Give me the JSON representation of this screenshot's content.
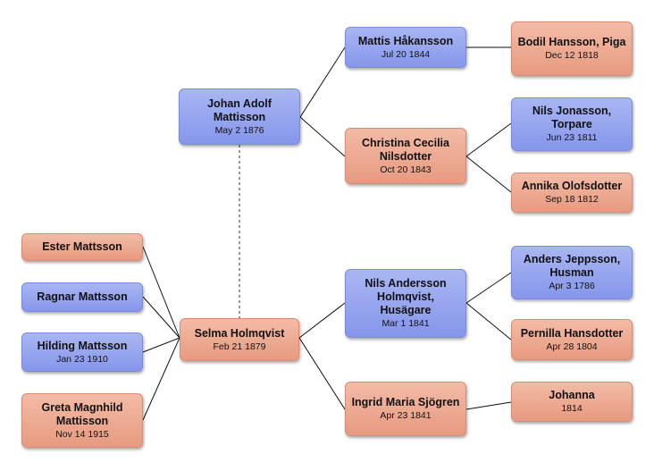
{
  "people": {
    "johan": {
      "name": "Johan Adolf Mattisson",
      "date": "May 2 1876",
      "sex": "male"
    },
    "selma": {
      "name": "Selma Holmqvist",
      "date": "Feb 21 1879",
      "sex": "female"
    },
    "mattis": {
      "name": "Mattis Håkansson",
      "date": "Jul 20 1844",
      "sex": "male"
    },
    "christina": {
      "name": "Christina Cecilia Nilsdotter",
      "date": "Oct 20 1843",
      "sex": "female"
    },
    "bodil": {
      "name": "Bodil Hansson, Piga",
      "date": "Dec 12 1818",
      "sex": "female"
    },
    "nils_j": {
      "name": "Nils Jonasson, Torpare",
      "date": "Jun 23 1811",
      "sex": "male"
    },
    "annika": {
      "name": "Annika Olofsdotter",
      "date": "Sep 18 1812",
      "sex": "female"
    },
    "nils_a": {
      "name": "Nils Andersson Holmqvist, Husägare",
      "date": "Mar 1 1841",
      "sex": "male"
    },
    "ingrid": {
      "name": "Ingrid Maria Sjögren",
      "date": "Apr 23 1841",
      "sex": "female"
    },
    "anders": {
      "name": "Anders Jeppsson, Husman",
      "date": "Apr 3 1786",
      "sex": "male"
    },
    "pernilla": {
      "name": "Pernilla Hansdotter",
      "date": "Apr 28 1804",
      "sex": "female"
    },
    "johanna": {
      "name": "Johanna",
      "date": "1814",
      "sex": "female"
    },
    "ester": {
      "name": "Ester Mattsson",
      "date": "",
      "sex": "female"
    },
    "ragnar": {
      "name": "Ragnar Mattsson",
      "date": "",
      "sex": "male"
    },
    "hilding": {
      "name": "Hilding Mattsson",
      "date": "Jan 23 1910",
      "sex": "male"
    },
    "greta": {
      "name": "Greta Magnhild Mattisson",
      "date": "Nov 14 1915",
      "sex": "female"
    }
  },
  "colors": {
    "male_fill": "#8f9eec",
    "female_fill": "#eba58c",
    "connector": "#111111",
    "marriage_line": "#555555"
  }
}
